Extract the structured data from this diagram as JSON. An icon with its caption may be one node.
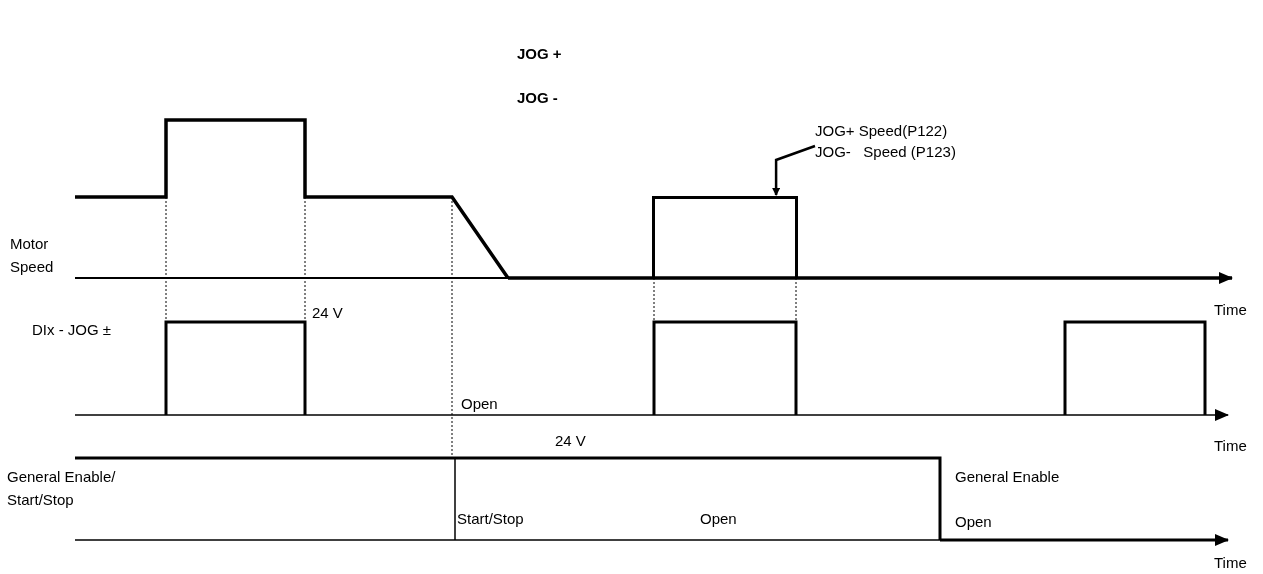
{
  "diagram": {
    "nodes": [
      {
        "text": [
          "JOG+ Speed(P122)",
          "JOG-   Speed (P123)"
        ]
      },
      {
        "text": [],
        "shape": "bar"
      }
    ],
    "edges": [
      {
        "from": 0,
        "to": 1,
        "arrow": "to"
      }
    ],
    "labels": [
      "JOG +",
      "JOG -",
      "Motor Speed",
      "Time",
      "DIx - JOG ±",
      "24 V",
      "Open",
      "Time",
      "24 V",
      "General Enable/ Start/Stop",
      "General Enable",
      "Start/Stop",
      "Open",
      "Open",
      "Time"
    ]
  }
}
